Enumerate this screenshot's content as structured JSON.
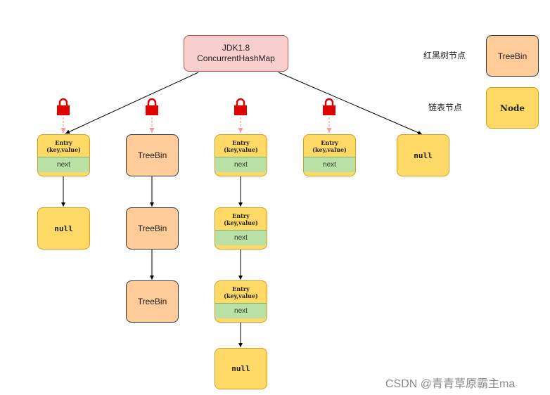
{
  "root": {
    "line1": "JDK1.8",
    "line2": "ConcurrentHashMap"
  },
  "entry": {
    "line1": "Entry",
    "line2": "(key,value)",
    "next": "next"
  },
  "tree_label": "TreeBin",
  "null_label": "null",
  "legend": {
    "red_black_label": "红黑树节点",
    "red_black_node": "TreeBin",
    "list_label": "链表节点",
    "list_node": "Node"
  },
  "watermark": "CSDN @青青草原霸主ma",
  "colors": {
    "root_fill": "#f8cecc",
    "entry_fill": "#ffd966",
    "tree_fill": "#ffcc99",
    "next_fill": "#b9e0a5",
    "lock": "#e00000",
    "dashed_arrow": "#f19c99"
  }
}
